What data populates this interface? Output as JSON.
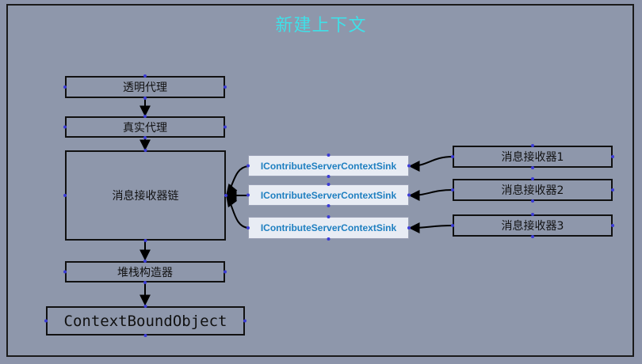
{
  "title": "新建上下文",
  "nodes": {
    "transparent_proxy": "透明代理",
    "real_proxy": "真实代理",
    "message_sink_chain": "消息接收器链",
    "stack_builder": "堆栈构造器",
    "context_bound_object": "ContextBoundObject",
    "sink_interface_1": "IContributeServerContextSink",
    "sink_interface_2": "IContributeServerContextSink",
    "sink_interface_3": "IContributeServerContextSink",
    "message_sink_1": "消息接收器1",
    "message_sink_2": "消息接收器2",
    "message_sink_3": "消息接收器3"
  },
  "colors": {
    "title": "#3fe0e8",
    "sink_text": "#1e7fc0",
    "background": "#8e97ab"
  }
}
